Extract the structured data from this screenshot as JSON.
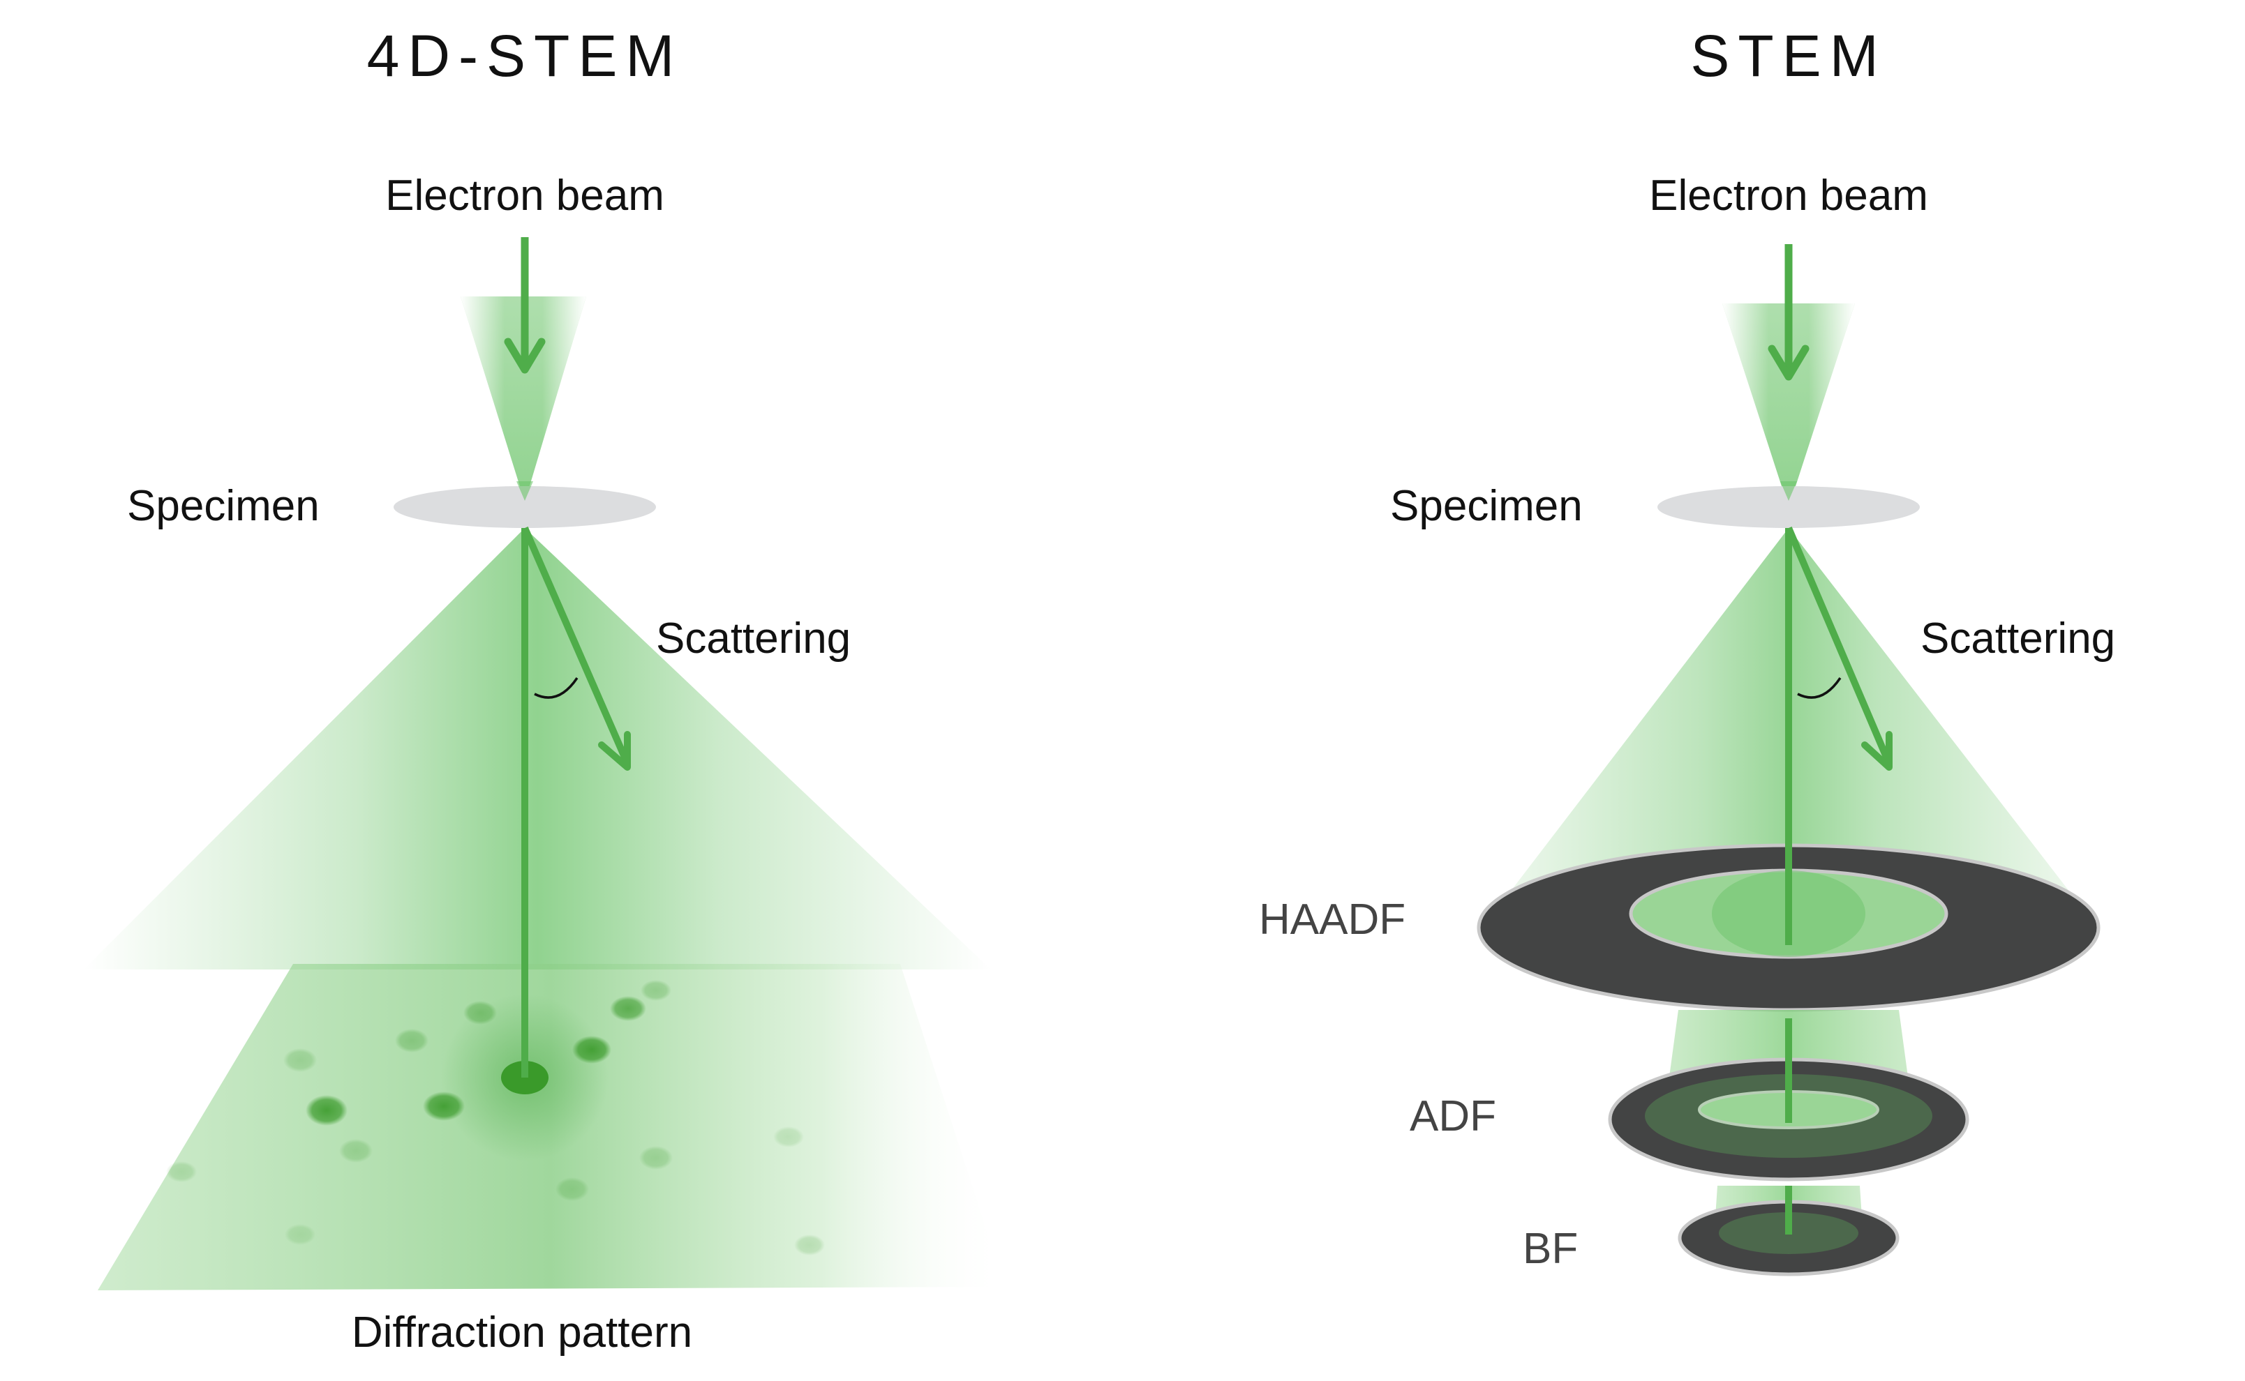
{
  "panels": {
    "left": {
      "title": "4D-STEM",
      "labels": {
        "beam": "Electron beam",
        "specimen": "Specimen",
        "scattering": "Scattering",
        "detector": "Diffraction pattern"
      }
    },
    "right": {
      "title": "STEM",
      "labels": {
        "beam": "Electron beam",
        "specimen": "Specimen",
        "scattering": "Scattering"
      },
      "detectors": [
        {
          "name": "HAADF"
        },
        {
          "name": "ADF"
        },
        {
          "name": "BF"
        }
      ]
    }
  },
  "colors": {
    "beam_green": "#4fad4a",
    "glow_green": "#6cc46a",
    "specimen_gray": "#dcdddf",
    "detector_dark": "#434444",
    "detector_rim": "#c8c8c8",
    "spot_green": "#3a9a2a",
    "text": "#111111",
    "detector_label": "#444444"
  }
}
